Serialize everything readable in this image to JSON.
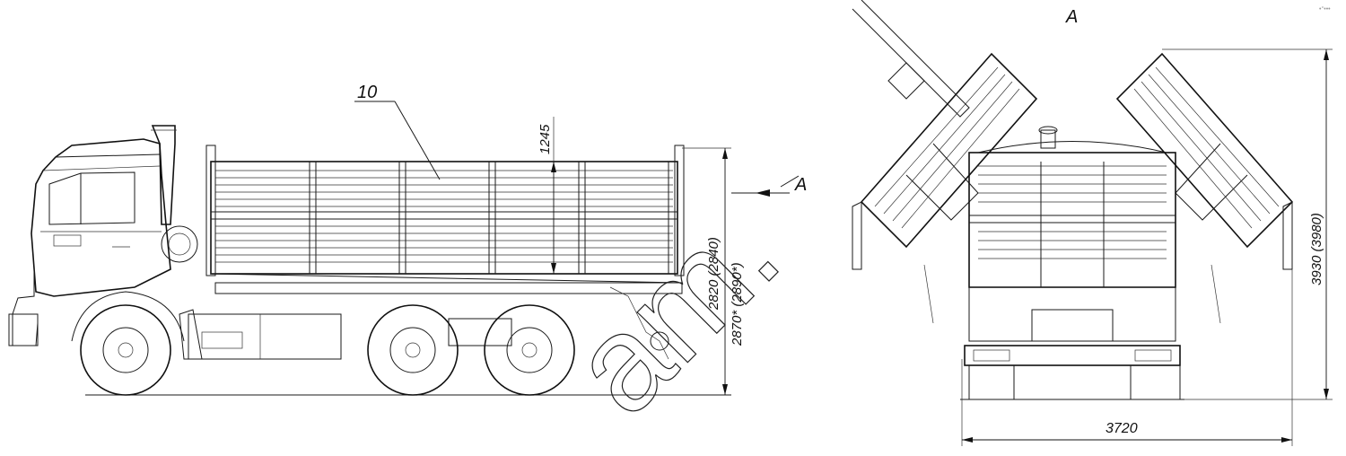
{
  "labels": {
    "callout_number": "10",
    "view_marker_side": "A",
    "view_title": "A",
    "dim_sideboard_height": "1245",
    "dim_height_1": "2820 (2840)",
    "dim_height_2": "2870* (2890*)",
    "dim_tipped_height": "3930 (3980)",
    "dim_tipped_width": "3720"
  },
  "watermark": {
    "text": "am.",
    "logo_text": "•°•••"
  },
  "colors": {
    "line": "#1a1a1a",
    "background": "#ffffff"
  }
}
